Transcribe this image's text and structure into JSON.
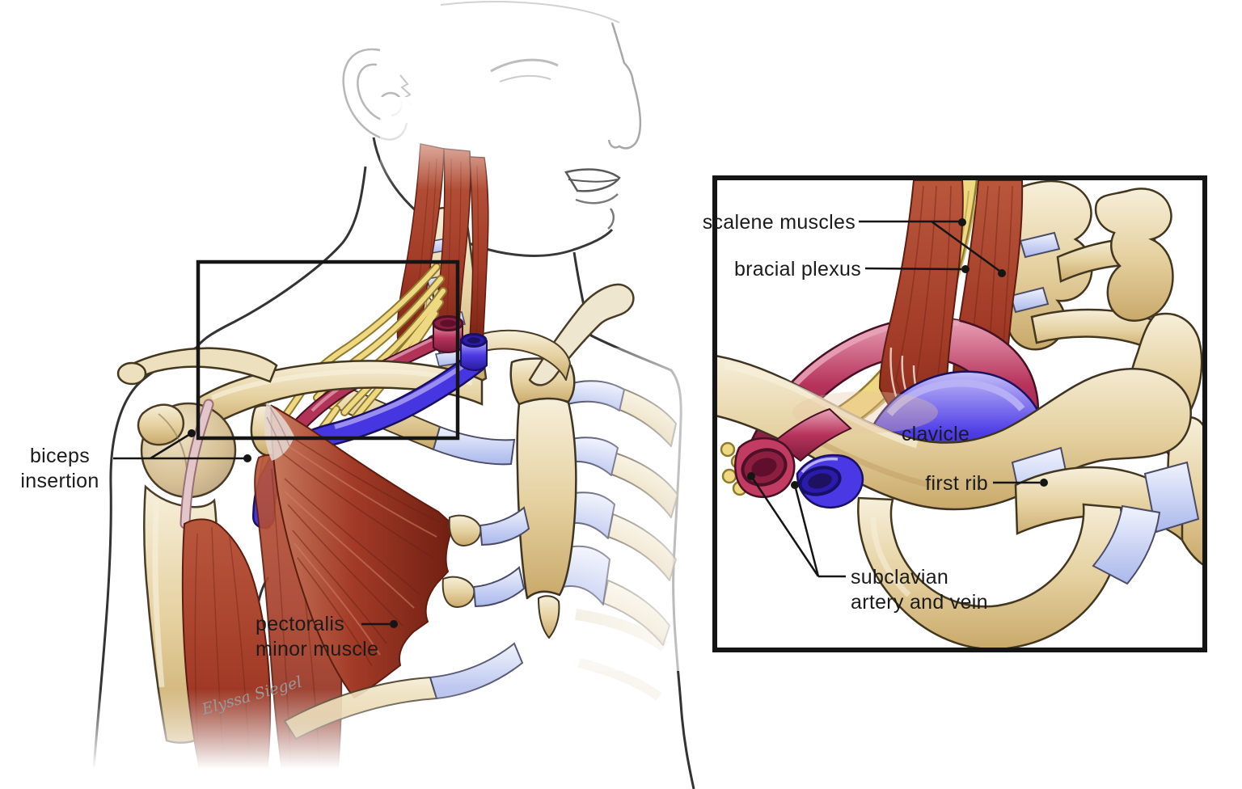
{
  "figure": {
    "title_none": "",
    "main": {
      "labels": {
        "biceps_line1": "biceps",
        "biceps_line2": "insertion",
        "pect_line1": "pectoralis",
        "pect_line2": "minor muscle"
      },
      "signature": "Elyssa Siegel"
    },
    "inset": {
      "labels": {
        "scalene": "scalene muscles",
        "plexus": "bracial plexus",
        "clavicle": "clavicle",
        "first_rib": "first rib",
        "subclavian_line1": "subclavian",
        "subclavian_line2": "artery and vein"
      }
    },
    "colors": {
      "bone": "#e3cd9c",
      "bone_shadow": "#c7a568",
      "bone_outline": "#43371f",
      "cartilage": "#bcc7f0",
      "artery": "#b23358",
      "artery_dark": "#7c1d3d",
      "vein": "#4636e2",
      "vein_dark": "#2a1a9c",
      "nerve": "#eed882",
      "muscle": "#a03b27",
      "muscle_dark": "#6e2114",
      "tendon_pink": "#e3c6ca",
      "ghost_gray": "#bdbdbd",
      "outline_black": "#151515",
      "label_text": "#1b1b1b"
    }
  }
}
